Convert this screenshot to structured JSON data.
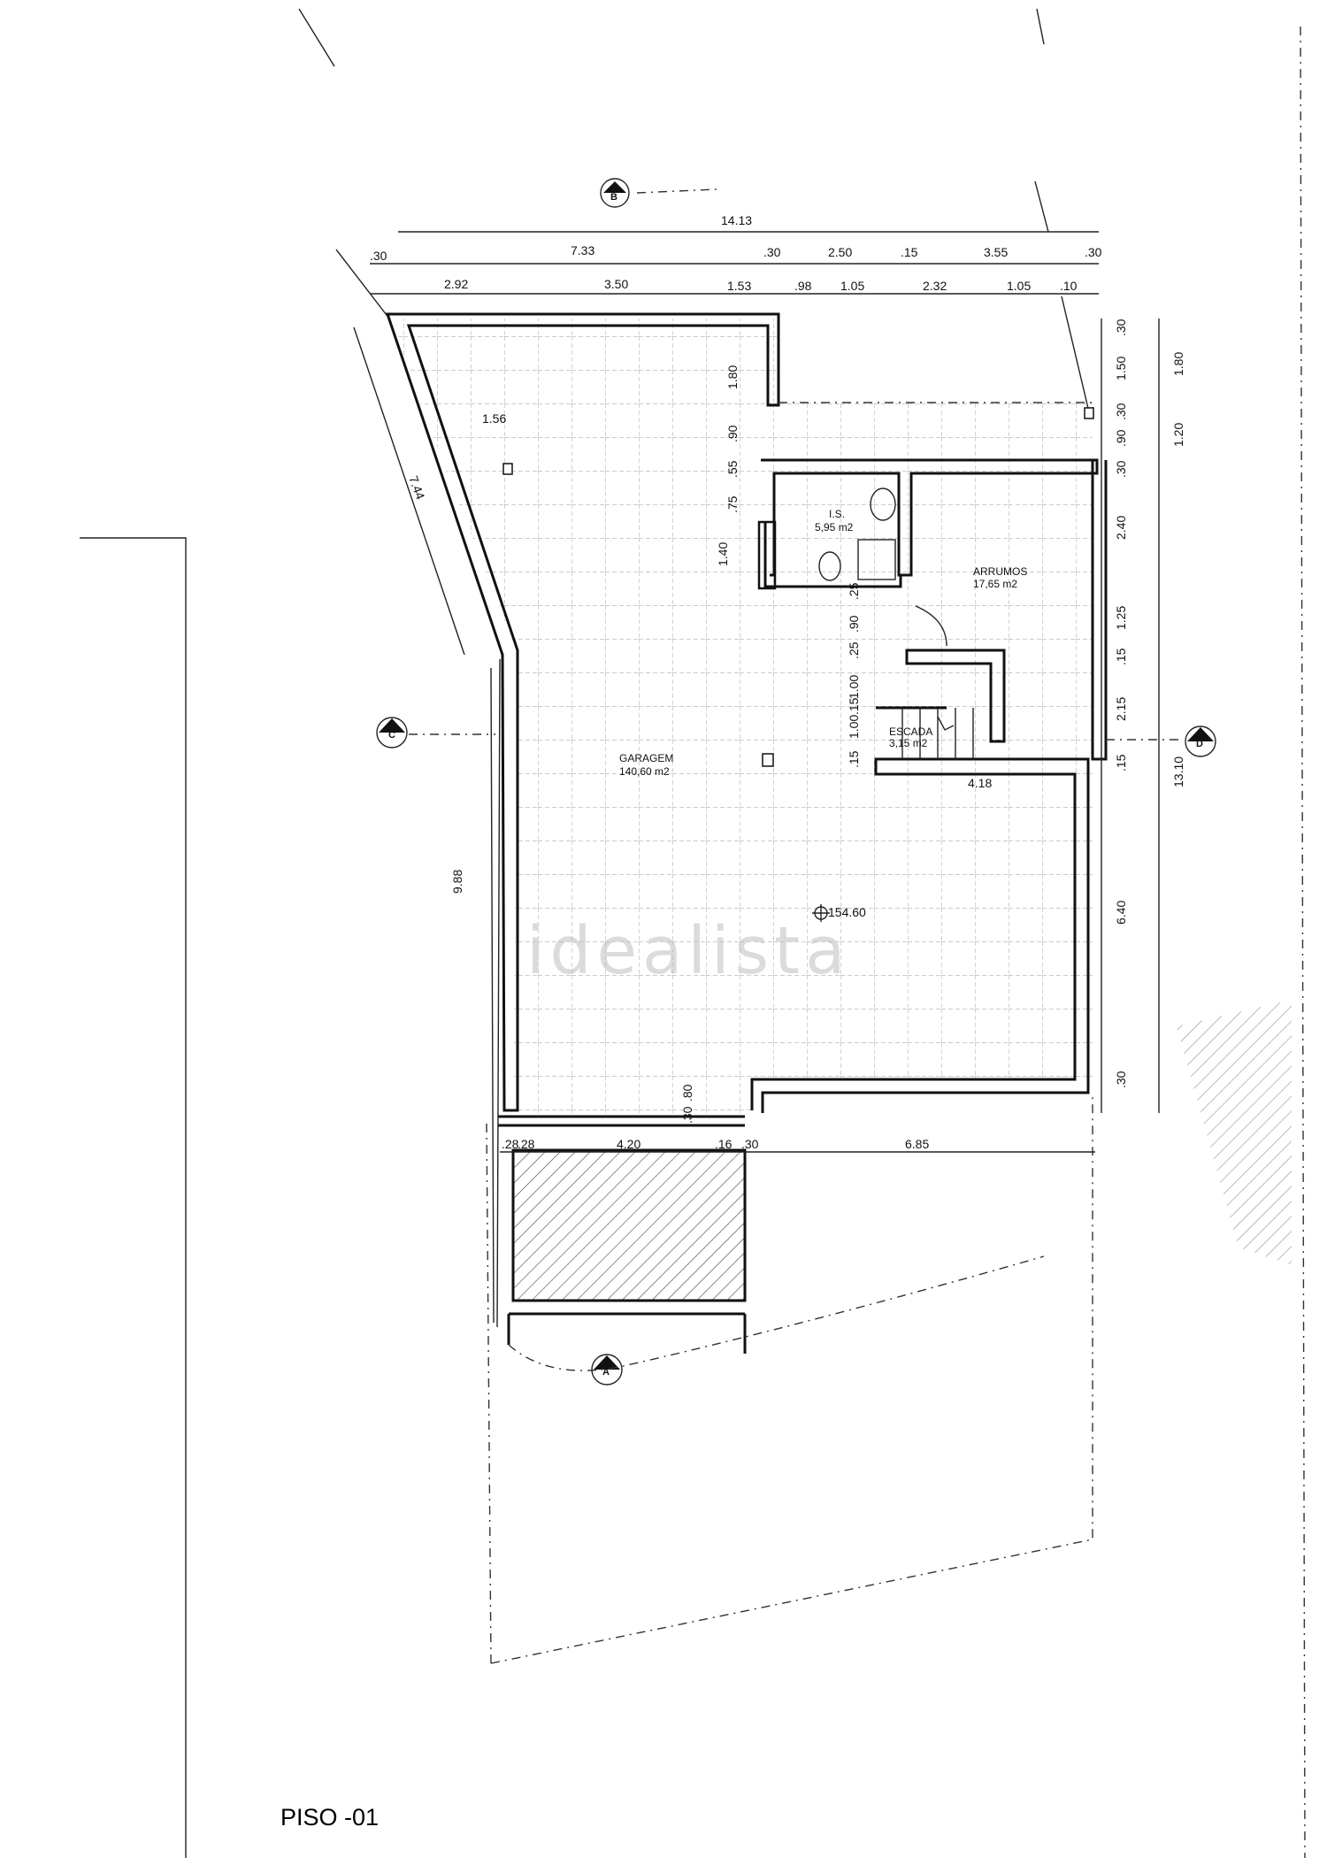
{
  "title": "PISO -01",
  "watermark": "idealista",
  "rooms": {
    "garagem": {
      "name": "GARAGEM",
      "area": "140,60 m2"
    },
    "arrumos": {
      "name": "ARRUMOS",
      "area": "17,65 m2"
    },
    "ls": {
      "name": "I.S.",
      "area": "5,95 m2"
    },
    "escada": {
      "name": "ESCADA",
      "area": "3,15 m2"
    }
  },
  "level_mark": "154.60",
  "axes": {
    "a": "A",
    "b": "B",
    "c": "C",
    "d": "D"
  },
  "dims_top": {
    "total": "14.13",
    "row1": [
      ".30",
      "7.33",
      ".30",
      "2.50",
      ".15",
      "3.55",
      ".30"
    ],
    "row2": [
      "2.92",
      "3.50",
      "1.53",
      ".98",
      "1.05",
      "2.32",
      "1.05",
      ".10"
    ]
  },
  "dims_right": {
    "inner": [
      ".30",
      "1.50",
      ".30",
      ".90",
      ".30",
      "2.40",
      "1.25",
      ".15",
      "2.15",
      ".15",
      "6.40",
      ".30"
    ],
    "outer": [
      "1.80",
      "1.20",
      "13.10"
    ]
  },
  "dims_interior": [
    "1.56",
    "1.80",
    ".90",
    ".55",
    ".75",
    "1.40",
    ".25",
    ".90",
    ".25",
    "1.00",
    ".15",
    "1.00",
    ".15",
    "4.18"
  ],
  "dims_left": [
    "7.44",
    "9.88"
  ],
  "dims_bottom": [
    ".28",
    ".28",
    "4.20",
    ".16",
    ".30",
    "6.85",
    ".80",
    ".30"
  ]
}
